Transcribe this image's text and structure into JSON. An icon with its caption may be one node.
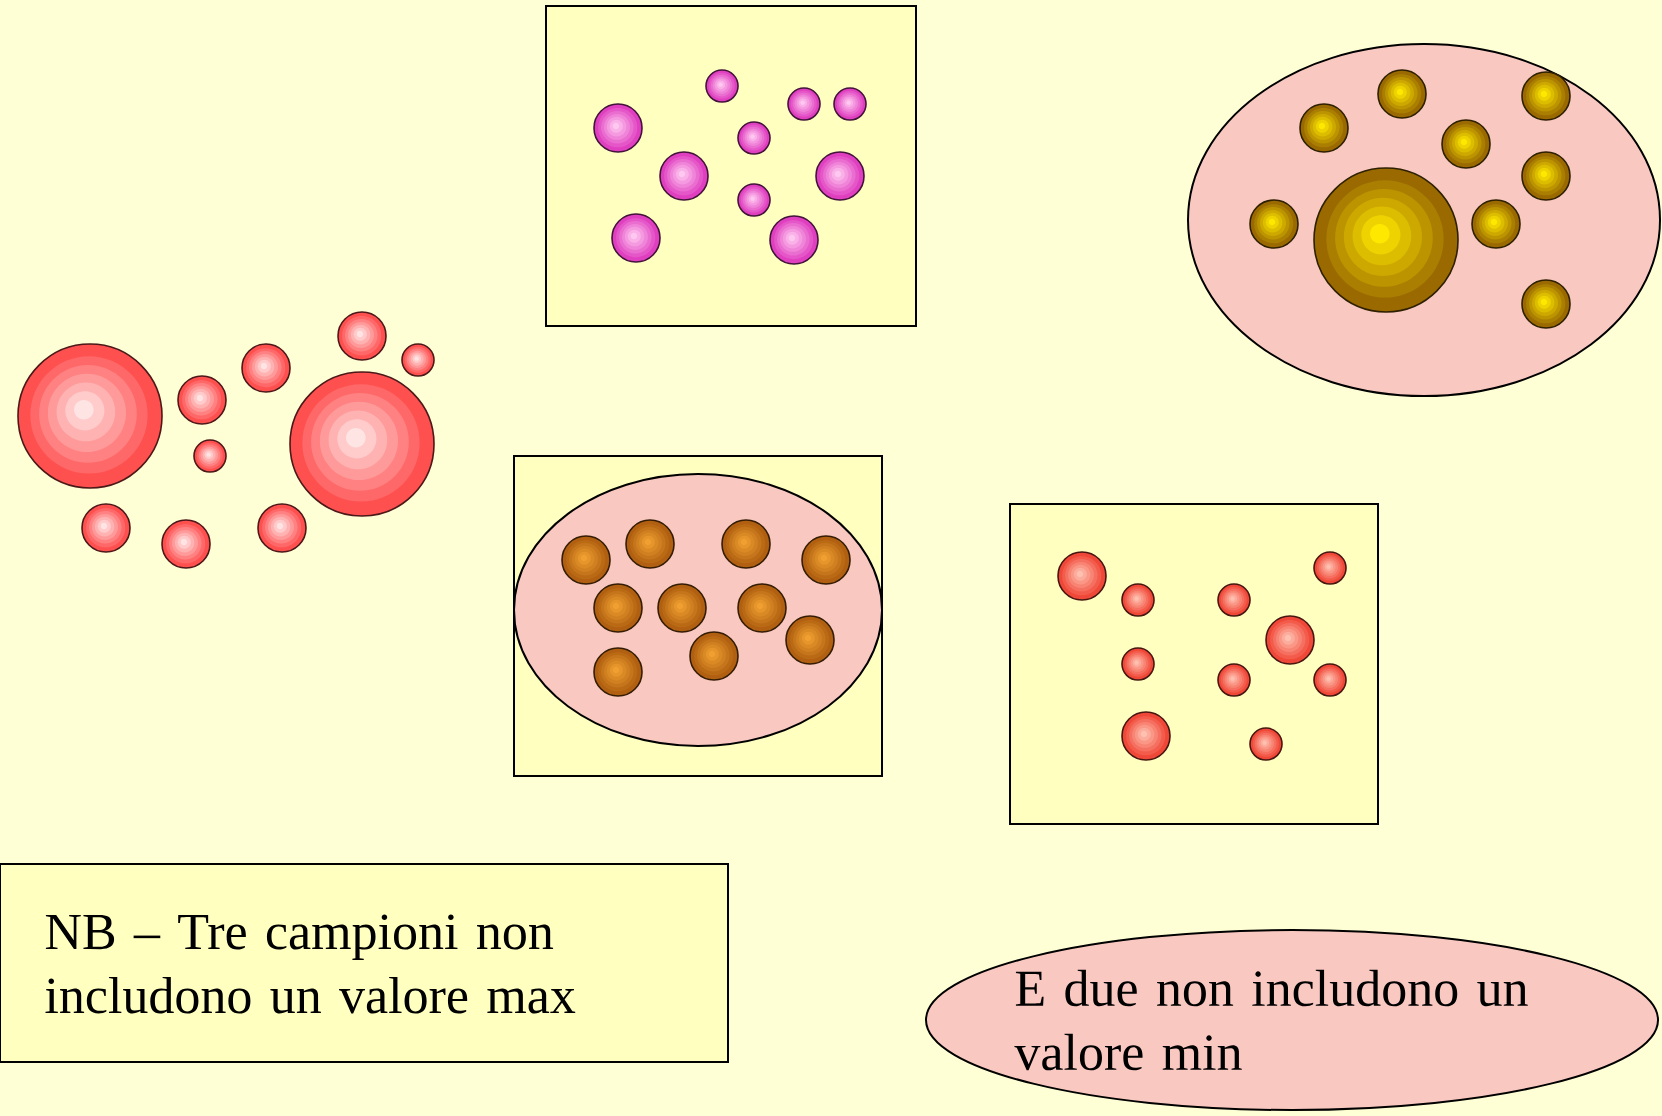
{
  "diagram": {
    "nodes": [
      {
        "text": [],
        "shape": "box"
      },
      {
        "text": [],
        "shape": "ellipse"
      },
      {
        "text": [],
        "shape": "box"
      },
      {
        "text": [],
        "shape": "ellipse",
        "in": 2
      },
      {
        "text": [],
        "shape": "box"
      },
      {
        "text": [
          "NB – Tre campioni non includono un valore max"
        ]
      },
      {
        "text": [
          "E due non includono un valore min"
        ]
      }
    ]
  }
}
